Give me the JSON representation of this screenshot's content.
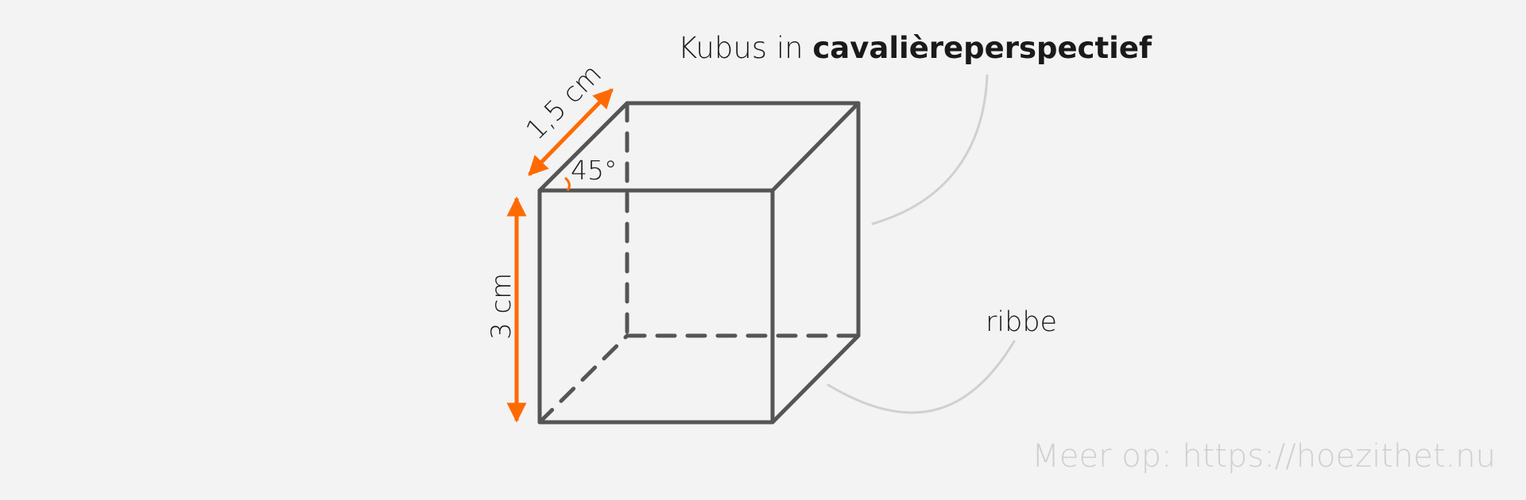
{
  "diagram": {
    "title": {
      "prefix": "Kubus in ",
      "bold": "cavalièreperspectief"
    },
    "edge_label": "ribbe",
    "depth_label": "1,5 cm",
    "height_label": "3 cm",
    "angle_label": "45°",
    "watermark": "Meer op: https://hoezithet.nu"
  },
  "colors": {
    "background": "#f3f3f3",
    "edges": "#555555",
    "measure_arrows": "#ff6a00",
    "callout_lines": "#d0d0d0",
    "watermark": "#cfcfcf"
  }
}
